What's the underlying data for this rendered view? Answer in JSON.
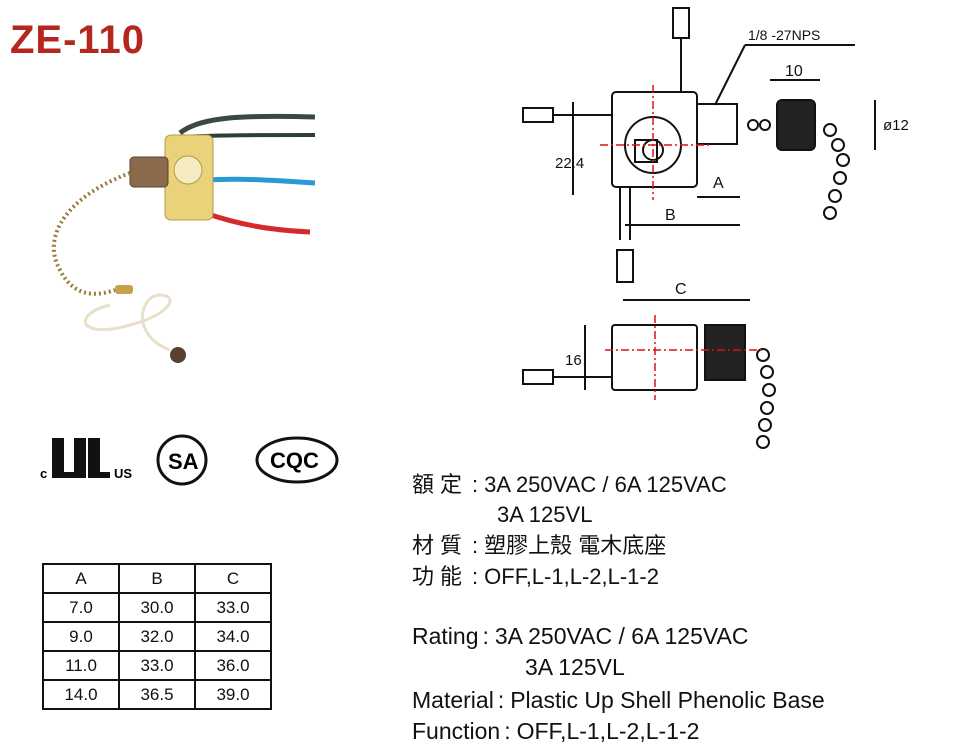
{
  "title": "ZE-110",
  "certifications": {
    "ul_c": "c",
    "ul_us": "US",
    "csa": "SA",
    "cqc": "CQC"
  },
  "dimension_labels": {
    "thread": "1/8 -27NPS",
    "d10": "10",
    "phi12": "ø12",
    "h22_4": "22.4",
    "A": "A",
    "B": "B",
    "C": "C",
    "h16": "16"
  },
  "table": {
    "headers": [
      "A",
      "B",
      "C"
    ],
    "rows": [
      [
        "7.0",
        "30.0",
        "33.0"
      ],
      [
        "9.0",
        "32.0",
        "34.0"
      ],
      [
        "11.0",
        "33.0",
        "36.0"
      ],
      [
        "14.0",
        "36.5",
        "39.0"
      ]
    ]
  },
  "specs_zh": {
    "rating_label": "額定",
    "rating_value": "3A 250VAC / 6A 125VAC",
    "rating_value2": "3A 125VL",
    "material_label": "材質",
    "material_value": "塑膠上殼  電木底座",
    "function_label": "功能",
    "function_value": "OFF,L-1,L-2,L-1-2"
  },
  "specs_en": {
    "rating_label": "Rating",
    "rating_value": "3A 250VAC /  6A 125VAC",
    "rating_value2": "3A 125VL",
    "material_label": "Material",
    "material_value": "Plastic Up Shell  Phenolic Base",
    "function_label": "Function",
    "function_value": "OFF,L-1,L-2,L-1-2"
  },
  "colors": {
    "title": "#b5261e",
    "wire_black": "#3a4a40",
    "wire_blue": "#2a9ad6",
    "wire_red": "#d62a2a",
    "chain": "#9a7a3a",
    "body_yellow": "#e9d27a",
    "dim_red": "#d11"
  }
}
